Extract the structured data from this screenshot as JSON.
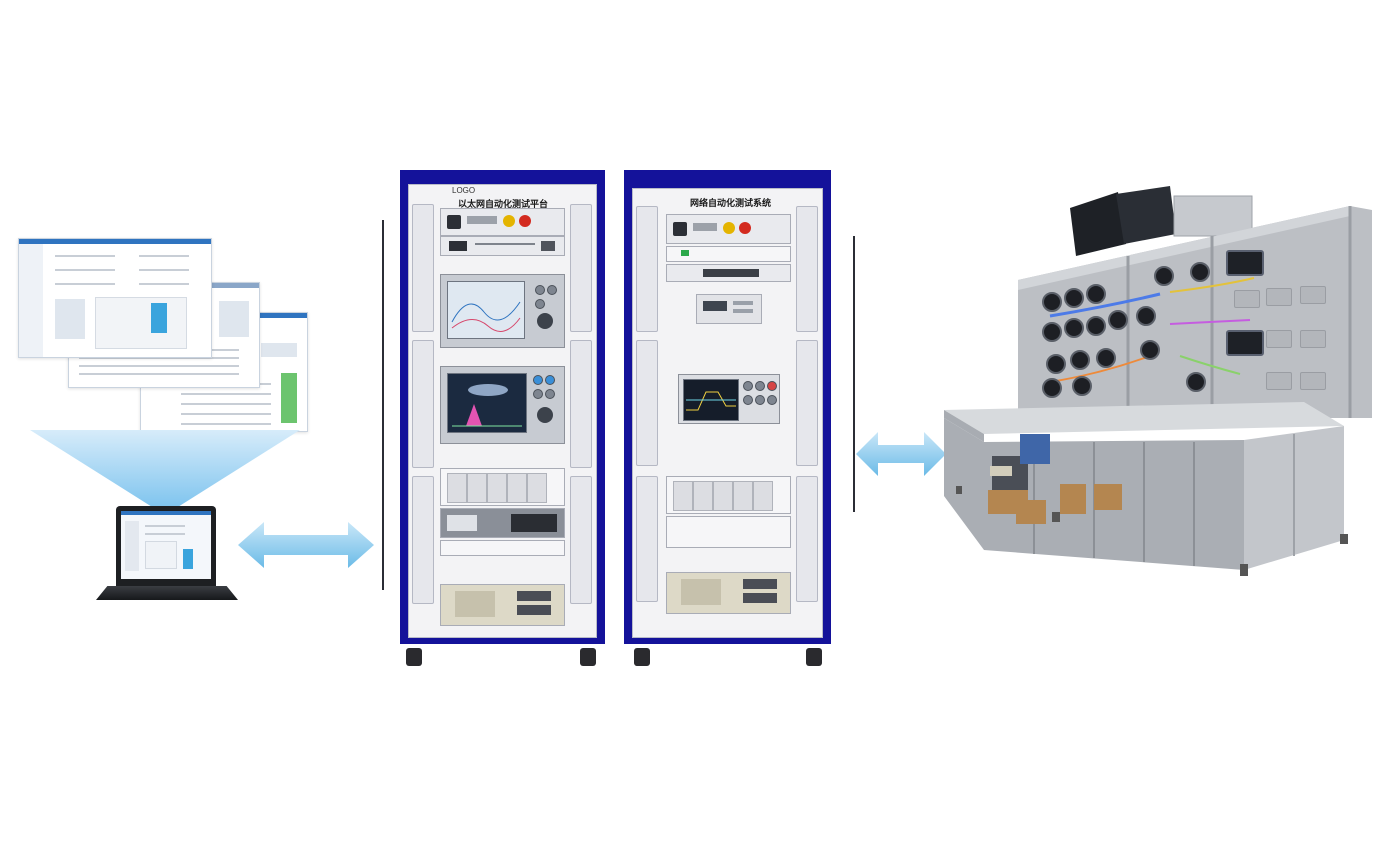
{
  "racks": [
    {
      "logo": "LOGO",
      "title": "以太网自动化测试平台"
    },
    {
      "logo": "",
      "title": "网络自动化测试系统"
    }
  ],
  "colors": {
    "rack_frame": "#14129a",
    "arrow": "#7ec4ea",
    "cone": "#7cc3ee",
    "bench": "#b9bcc1"
  },
  "icons": {
    "software": "software-screens-icon",
    "laptop": "laptop-icon",
    "arrow": "double-arrow-icon"
  }
}
